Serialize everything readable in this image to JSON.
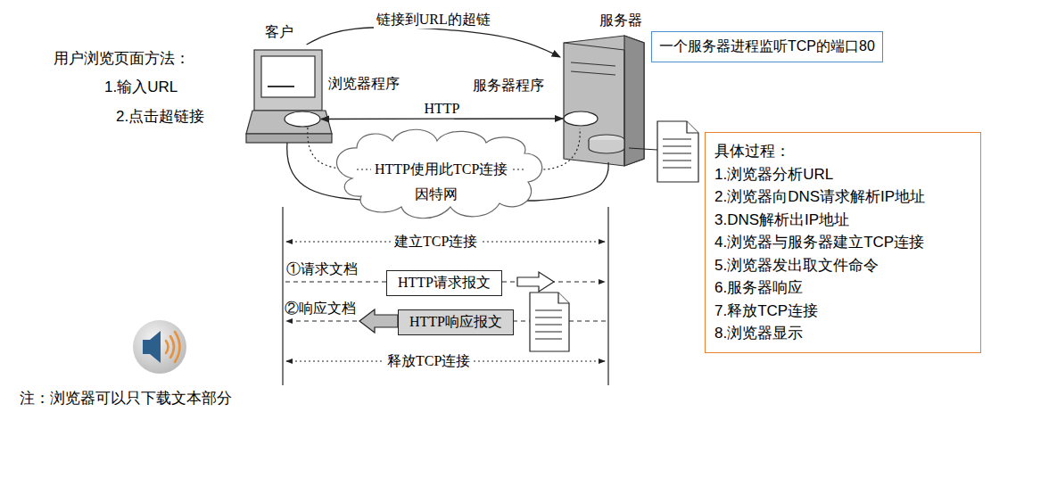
{
  "diagram": {
    "nodes": [
      {
        "text": [
          "客户"
        ]
      },
      {
        "text": [
          "浏览器程序"
        ],
        "in": 0
      },
      {
        "text": [
          "服务器"
        ]
      },
      {
        "text": [
          "服务器程序"
        ],
        "in": 2
      },
      {
        "text": [
          "一个服务器进程监听TCP的端口80"
        ]
      },
      {
        "text": [
          "具体过程：",
          "1.浏览器分析URL",
          "2.浏览器向DNS请求解析IP地址",
          "3.DNS解析出IP地址",
          "4.浏览器与服务器建立TCP连接",
          "5.浏览器发出取文件命令",
          "6.服务器响应",
          "7.释放TCP连接",
          "8.浏览器显示"
        ]
      },
      {
        "text": [
          "HTTP请求报文"
        ]
      },
      {
        "text": [
          "HTTP响应报文"
        ]
      }
    ],
    "edges": [
      {
        "from": 0,
        "to": 2,
        "label": "链接到URL的超链",
        "arrow": "to"
      },
      {
        "from": 1,
        "to": 3,
        "label": "HTTP",
        "arrow": "both"
      }
    ],
    "labels": [
      "用户浏览页面方法：",
      "1.输入URL",
      "2.点击超链接",
      "HTTP使用此TCP连接",
      "因特网",
      "建立TCP连接",
      "①请求文档",
      "②响应文档",
      "释放TCP连接",
      "注：浏览器可以只下载文本部分"
    ]
  }
}
